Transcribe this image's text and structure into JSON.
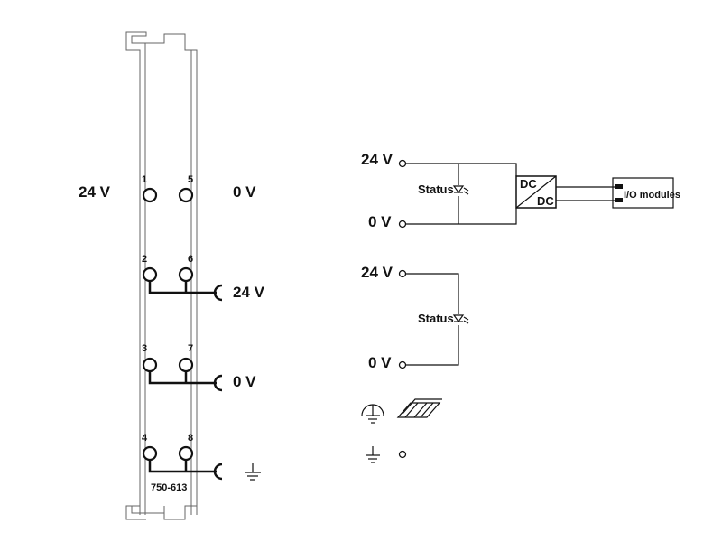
{
  "module": {
    "part_number": "750-613",
    "label_supply_left": "24 V",
    "label_supply_right": "0 V",
    "terminals": [
      "1",
      "5",
      "2",
      "6",
      "3",
      "7",
      "4",
      "8"
    ],
    "output_24v": "24 V",
    "output_0v": "0 V"
  },
  "schematic": {
    "block1": {
      "in_plus": "24 V",
      "in_minus": "0 V",
      "status": "Status",
      "dc_top": "DC",
      "dc_bottom": "DC",
      "io_modules": "I/O modules"
    },
    "block2": {
      "in_plus": "24 V",
      "in_minus": "0 V",
      "status": "Status"
    }
  },
  "icons": [
    "ground-icon",
    "protective-earth-icon",
    "din-rail-icon"
  ]
}
